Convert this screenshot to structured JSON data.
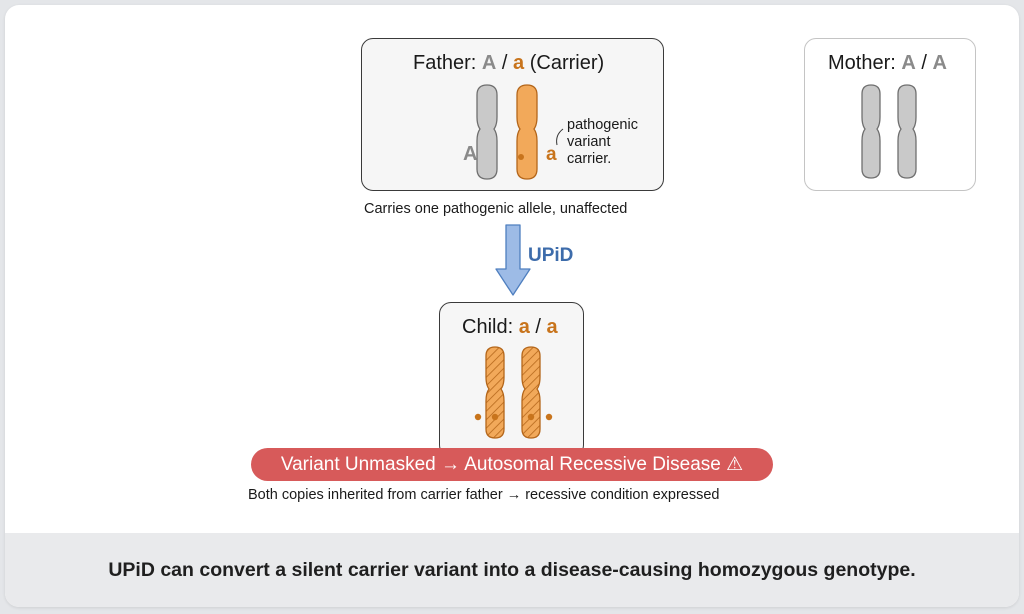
{
  "father": {
    "title_prefix": "Father: ",
    "allele_1": "A",
    "slash": " / ",
    "allele_2": "a",
    "title_suffix": " (Carrier)",
    "label_big": "A",
    "label_small": "a",
    "annotation_lines": [
      "pathogenic",
      "variant",
      "carrier."
    ],
    "caption": "Carries one pathogenic allele, unaffected"
  },
  "mother": {
    "title_prefix": "Mother: ",
    "allele_1": "A",
    "slash": " / ",
    "allele_2": "A"
  },
  "arrow": {
    "label": "UPiD",
    "color": "#9dbbe6",
    "label_color": "#3d6cab"
  },
  "child": {
    "title_prefix": "Child: ",
    "allele_1": "a",
    "slash": " / ",
    "allele_2": "a"
  },
  "banner": {
    "text": "Variant Unmasked → Autosomal Recessive Disease ⚠",
    "color": "#d75a5a"
  },
  "caption_bottom": "Both copies inherited from carrier father → recessive condition expressed",
  "footer": "UPiD can convert a silent carrier variant into a disease-causing homozygous genotype.",
  "colors": {
    "normal_allele": "#8a8a8a",
    "variant_allele": "#c8741c",
    "variant_chromosome": "#f2a95a",
    "normal_chromosome": "#c9c9c9"
  }
}
